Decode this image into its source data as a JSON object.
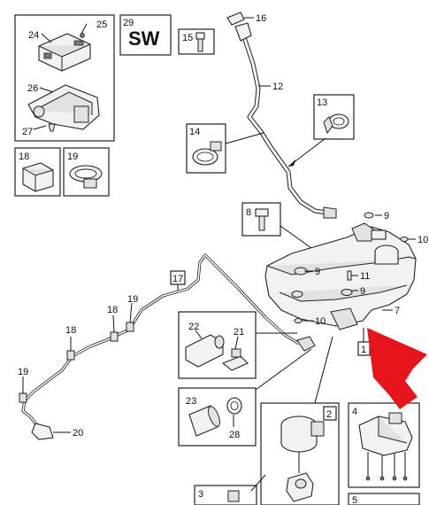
{
  "callouts": {
    "c1": "1",
    "c2": "2",
    "c3": "3",
    "c4": "4",
    "c5": "5",
    "c7": "7",
    "c8": "8",
    "c9a": "9",
    "c9b": "9",
    "c9c": "9",
    "c10a": "10",
    "c10b": "10",
    "c11": "11",
    "c12": "12",
    "c13": "13",
    "c14": "14",
    "c15": "15",
    "c16": "16",
    "c17": "17",
    "c18a": "18",
    "c18b": "18",
    "c18c": "18",
    "c19a": "19",
    "c19b": "19",
    "c19c": "19",
    "c20": "20",
    "c21": "21",
    "c22": "22",
    "c23": "23",
    "c24": "24",
    "c25": "25",
    "c26": "26",
    "c27": "27",
    "c28": "28",
    "c29": "29"
  },
  "software_label": "SW",
  "colors": {
    "arrow": "#e8141b",
    "line": "#222222",
    "part_fill": "#f2f2f2"
  },
  "icons": [
    "red-pointer-arrow"
  ]
}
